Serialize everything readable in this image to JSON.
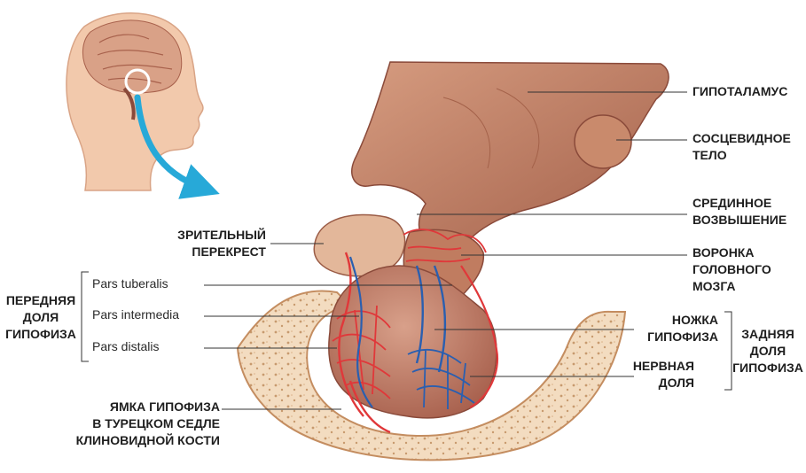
{
  "labels": {
    "hypothalamus": "ГИПОТАЛАМУС",
    "mammillary": "СОСЦЕВИДНОЕ\nТЕЛО",
    "median_eminence": "СРЕДИННОЕ\nВОЗВЫШЕНИЕ",
    "infundibulum": "ВОРОНКА\nГОЛОВНОГО\nМОЗГА",
    "optic_chiasm": "ЗРИТЕЛЬНЫЙ\nПЕРЕКРЕСТ",
    "pituitary_stalk": "НОЖКА\nГИПОФИЗА",
    "neural_lobe": "НЕРВНАЯ\nДОЛЯ",
    "posterior_lobe": "ЗАДНЯЯ\nДОЛЯ\nГИПОФИЗА",
    "anterior_lobe": "ПЕРЕДНЯЯ\nДОЛЯ\nГИПОФИЗА",
    "pars_tuberalis": "Pars tuberalis",
    "pars_intermedia": "Pars intermedia",
    "pars_distalis": "Pars distalis",
    "fossa": "ЯМКА ГИПОФИЗА\nВ ТУРЕЦКОМ СЕДЛЕ\nКЛИНОВИДНОЙ КОСТИ"
  },
  "colors": {
    "tissue": "#c98a6c",
    "tissue_dark": "#a4624a",
    "bone": "#f3dcc0",
    "artery": "#e0383a",
    "vein": "#2a5fb0",
    "arrow": "#27a9d8"
  }
}
